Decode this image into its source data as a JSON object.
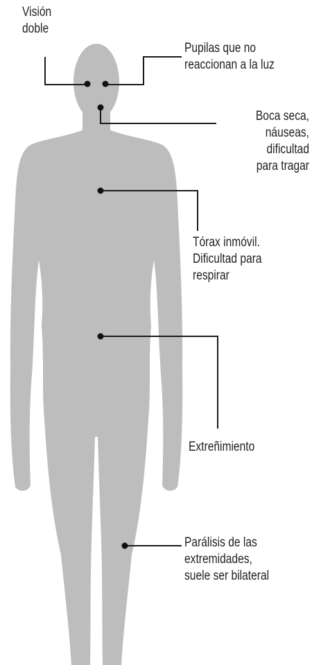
{
  "colors": {
    "body": "#bdbdbd",
    "line": "#1a1a1a",
    "dot": "#111111",
    "text": "#1f1f1f",
    "background": "#ffffff"
  },
  "labels": {
    "vision_doble": "Visión\ndoble",
    "pupilas": "Pupilas que no\nreaccionan a la luz",
    "boca": "Boca seca,\nnáuseas,\ndificultad\npara tragar",
    "torax": "Tórax inmóvil.\nDificultad para\nrespirar",
    "estrenimiento": "Extreñimiento",
    "paralisis": "Parálisis de las\nextremidades,\nsuele ser bilateral"
  }
}
